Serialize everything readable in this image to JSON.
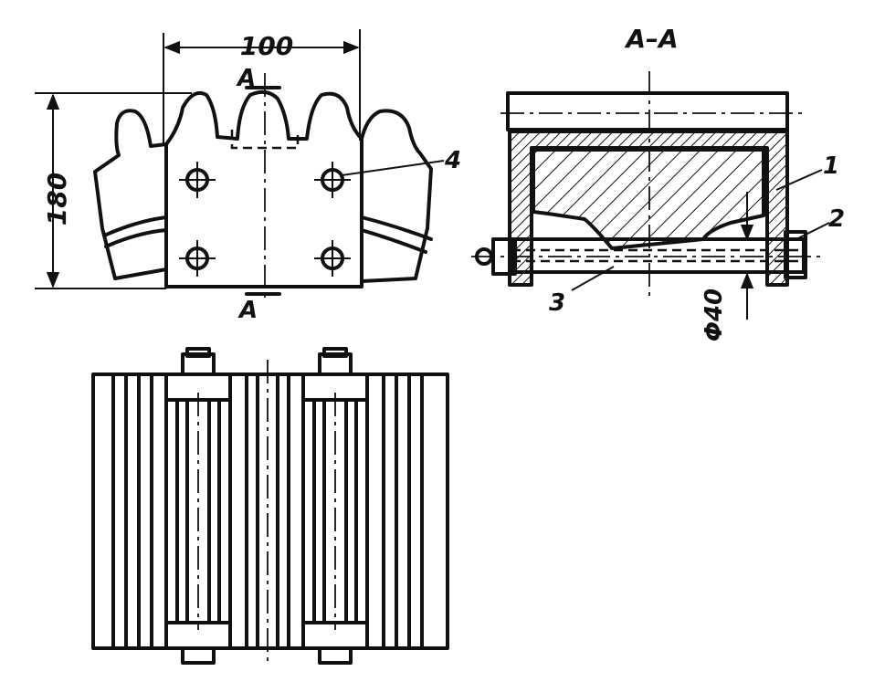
{
  "dimensions": {
    "width": "100",
    "height": "180",
    "diameter": "Φ40"
  },
  "section": {
    "cut_label_top": "A",
    "cut_label_bottom": "A",
    "view_title": "A–A"
  },
  "callouts": {
    "c1": "1",
    "c2": "2",
    "c3": "3",
    "c4": "4"
  }
}
